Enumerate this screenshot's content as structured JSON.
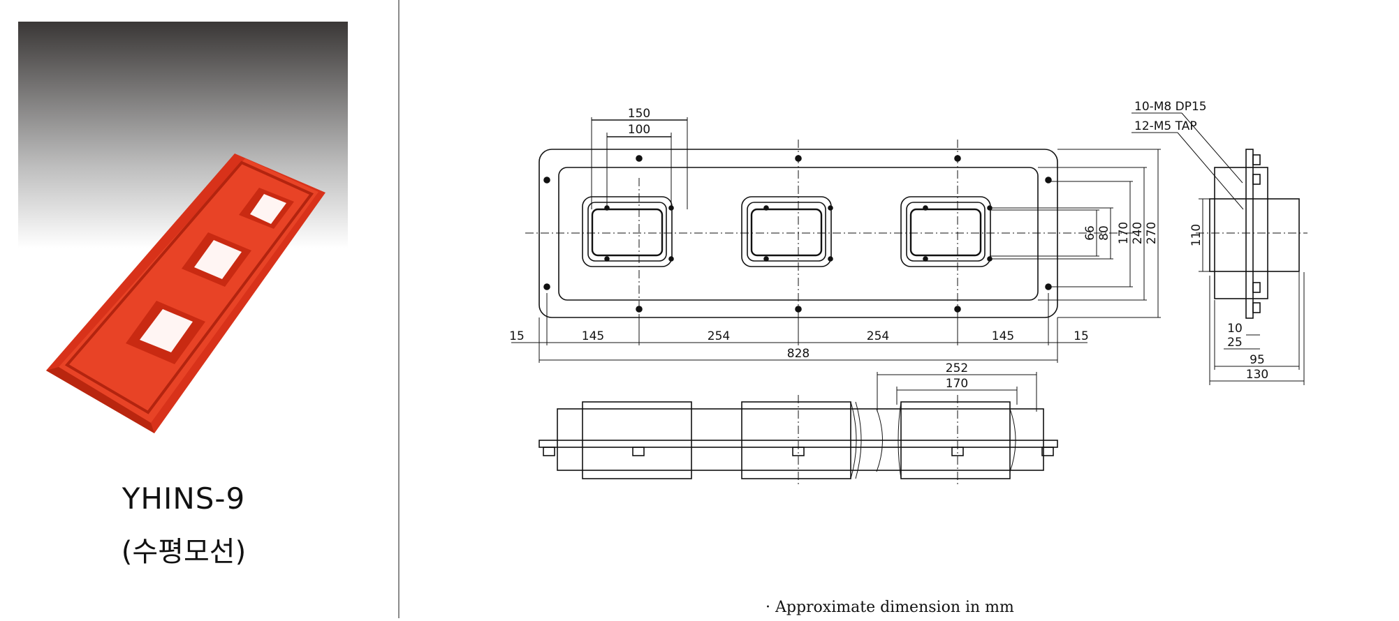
{
  "product": {
    "name": "YHINS-9",
    "subtitle": "(수평모선)"
  },
  "drawing": {
    "note": "· Approximate dimension in mm",
    "callouts": [
      "10-M8 DP15",
      "12-M5 TAP"
    ],
    "front_view": {
      "top_dims": [
        "150",
        "100"
      ],
      "right_dims": [
        "66",
        "80",
        "170",
        "240",
        "270"
      ],
      "bottom_dims": [
        "15",
        "145",
        "254",
        "254",
        "145",
        "15"
      ],
      "overall": "828"
    },
    "bottom_view": {
      "dims": [
        "252",
        "170"
      ]
    },
    "side_view": {
      "dims": [
        "110",
        "10",
        "25",
        "95",
        "130"
      ]
    }
  },
  "colors": {
    "part": "#e23a1c",
    "line": "#111111",
    "divider": "#8a8a8a"
  }
}
